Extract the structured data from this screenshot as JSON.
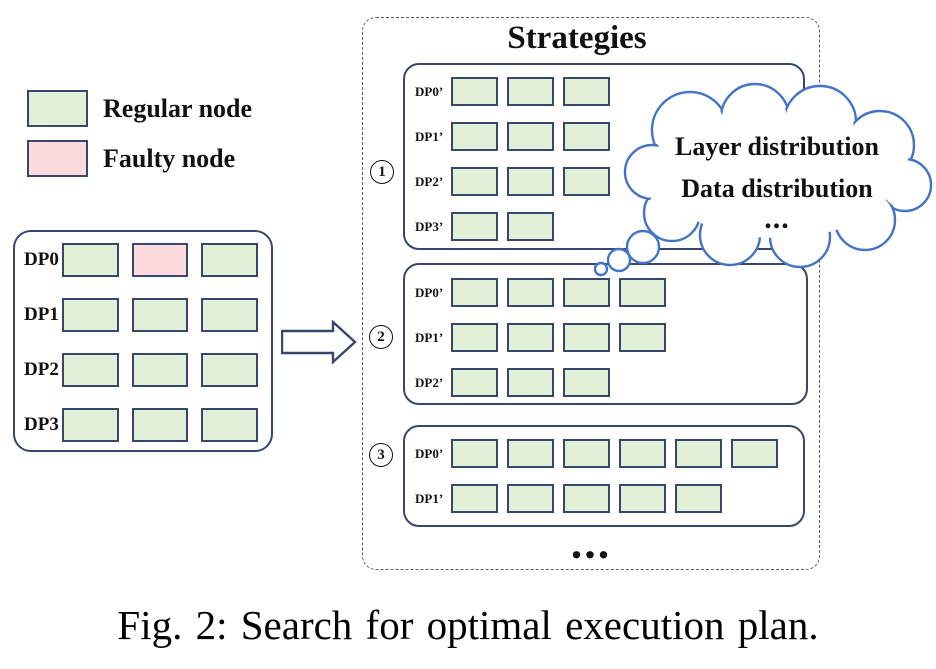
{
  "legend": {
    "items": [
      {
        "label": "Regular node",
        "type": "regular"
      },
      {
        "label": "Faulty node",
        "type": "faulty"
      }
    ]
  },
  "cluster": {
    "rows": [
      {
        "label": "DP0",
        "nodes": [
          "regular",
          "faulty",
          "regular"
        ]
      },
      {
        "label": "DP1",
        "nodes": [
          "regular",
          "regular",
          "regular"
        ]
      },
      {
        "label": "DP2",
        "nodes": [
          "regular",
          "regular",
          "regular"
        ]
      },
      {
        "label": "DP3",
        "nodes": [
          "regular",
          "regular",
          "regular"
        ]
      }
    ]
  },
  "strategies": {
    "title": "Strategies",
    "ellipsis": "...",
    "items": [
      {
        "number": "1",
        "rows": [
          {
            "label": "DP0’",
            "count": 3
          },
          {
            "label": "DP1’",
            "count": 3
          },
          {
            "label": "DP2’",
            "count": 3
          },
          {
            "label": "DP3’",
            "count": 2
          }
        ]
      },
      {
        "number": "2",
        "rows": [
          {
            "label": "DP0’",
            "count": 4
          },
          {
            "label": "DP1’",
            "count": 4
          },
          {
            "label": "DP2’",
            "count": 3
          }
        ]
      },
      {
        "number": "3",
        "rows": [
          {
            "label": "DP0’",
            "count": 6
          },
          {
            "label": "DP1’",
            "count": 5
          }
        ]
      }
    ]
  },
  "cloud": {
    "lines": [
      "Layer distribution",
      "Data distribution",
      "..."
    ]
  },
  "caption": "Fig. 2: Search for optimal execution plan.",
  "colors": {
    "regular_node": "#e2efd9",
    "faulty_node": "#fadadd",
    "border_navy": "#37476b",
    "cloud_blue": "#4472c4"
  }
}
